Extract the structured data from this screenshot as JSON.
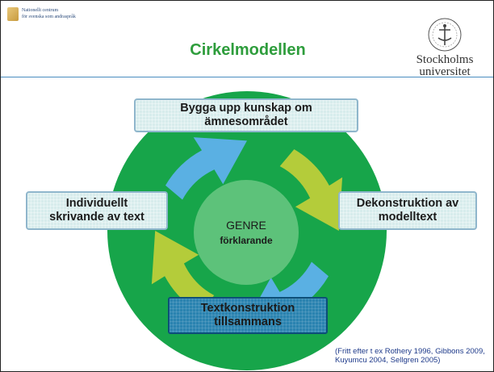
{
  "header": {
    "center_logo_line1": "Nationellt centrum",
    "center_logo_line2": "för svenska som andraspråk",
    "university_name_line1": "Stockholms",
    "university_name_line2": "universitet"
  },
  "title": "Cirkelmodellen",
  "diagram": {
    "top_box": {
      "line1": "Bygga upp kunskap om",
      "line2": "ämnesområdet"
    },
    "left_box": {
      "line1": "Individuellt",
      "line2": "skrivande av text"
    },
    "right_box": {
      "line1": "Dekonstruktion av",
      "line2": "modelltext"
    },
    "bottom_box": {
      "line1": "Textkonstruktion",
      "line2": "tillsammans"
    },
    "center": {
      "label": "GENRE",
      "sublabel": "förklarande"
    }
  },
  "citation": "(Fritt efter t ex Rothery 1996, Gibbons 2009, Kuyumcu 2004, Sellgren 2005)",
  "colors": {
    "title": "#2e9d3c",
    "outer_circle": "#17a54a",
    "center_circle": "#5dc27a",
    "arrow_blue": "#5ab0e3",
    "arrow_green": "#b4cc3a",
    "box_light": "#d7ecec",
    "box_dark": "#2a83b0",
    "rule": "#4a8dc0"
  }
}
